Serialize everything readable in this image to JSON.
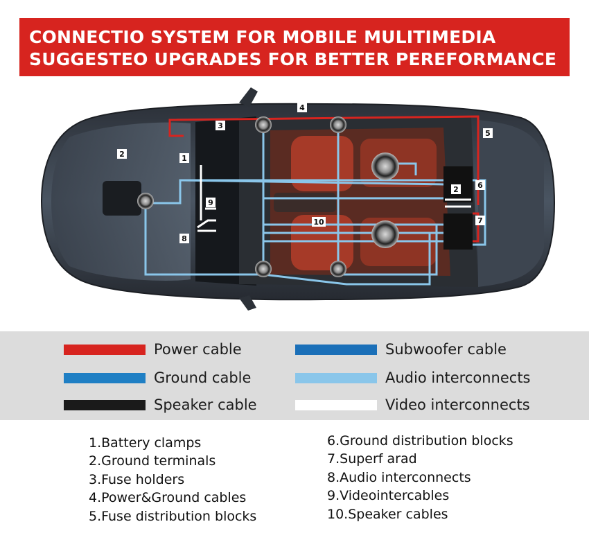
{
  "title": {
    "line1": "CONNECTIO SYSTEM FOR MOBILE MULITIMEDIA",
    "line2": "SUGGESTEO UPGRADES FOR BETTER PEREFORMANCE"
  },
  "diagram": {
    "callouts": [
      "1",
      "2",
      "3",
      "4",
      "5",
      "2",
      "6",
      "7",
      "8",
      "9",
      "10"
    ]
  },
  "colors": {
    "power": "#d7241f",
    "ground": "#1f7fc4",
    "speaker": "#1a1a1a",
    "subwoofer": "#1a6fb8",
    "audio": "#8ac6ea",
    "video": "#ffffff"
  },
  "legend": [
    {
      "label": "Power cable",
      "color": "#d7241f"
    },
    {
      "label": "Subwoofer cable",
      "color": "#1a6fb8"
    },
    {
      "label": "Ground cable",
      "color": "#1f7fc4"
    },
    {
      "label": "Audio interconnects",
      "color": "#8ac6ea"
    },
    {
      "label": "Speaker cable",
      "color": "#1a1a1a"
    },
    {
      "label": "Video interconnects",
      "color": "#ffffff"
    }
  ],
  "components_left": [
    "1.Battery clamps",
    "2.Ground terminals",
    "3.Fuse holders",
    "4.Power&Ground cables",
    "5.Fuse distribution blocks"
  ],
  "components_right": [
    "6.Ground distribution blocks",
    "7.Superf arad",
    "8.Audio interconnects",
    "9.Videointercables",
    "10.Speaker cables"
  ]
}
